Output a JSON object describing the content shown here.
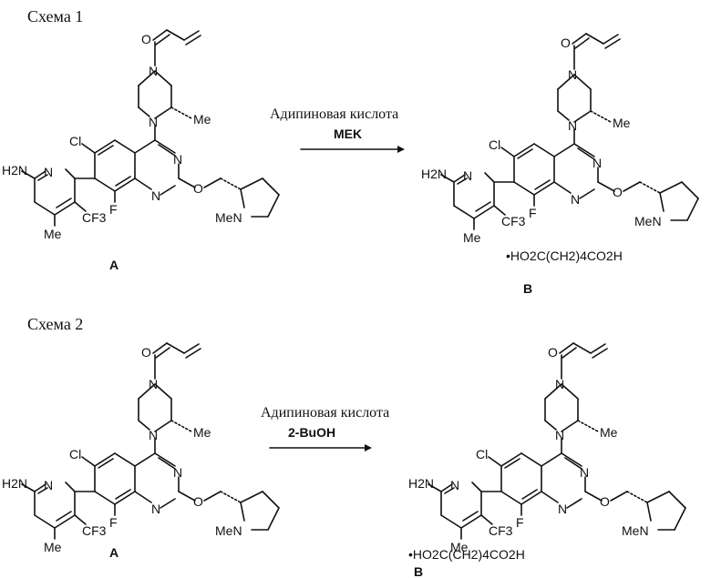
{
  "schemes": [
    {
      "title": "Схема 1",
      "reagent": "Адипиновая кислота",
      "solvent": "MEK",
      "reactant_label": "A",
      "product_label": "B",
      "salt": "•HO2C(CH2)4CO2H"
    },
    {
      "title": "Схема 2",
      "reagent": "Адипиновая кислота",
      "solvent": "2-BuOH",
      "reactant_label": "A",
      "product_label": "B",
      "salt": "•HO2C(CH2)4CO2H"
    }
  ],
  "atoms": {
    "amino": "H2N",
    "pyridine_n": "N",
    "chloro": "Cl",
    "fluoro": "F",
    "trifluoromethyl": "CF3",
    "methyl": "Me",
    "piperazine_n": "N",
    "pyrimidine_n": "N",
    "ether_o": "O",
    "carbonyl_o": "O",
    "pyrrolidine_n": "MeN"
  }
}
